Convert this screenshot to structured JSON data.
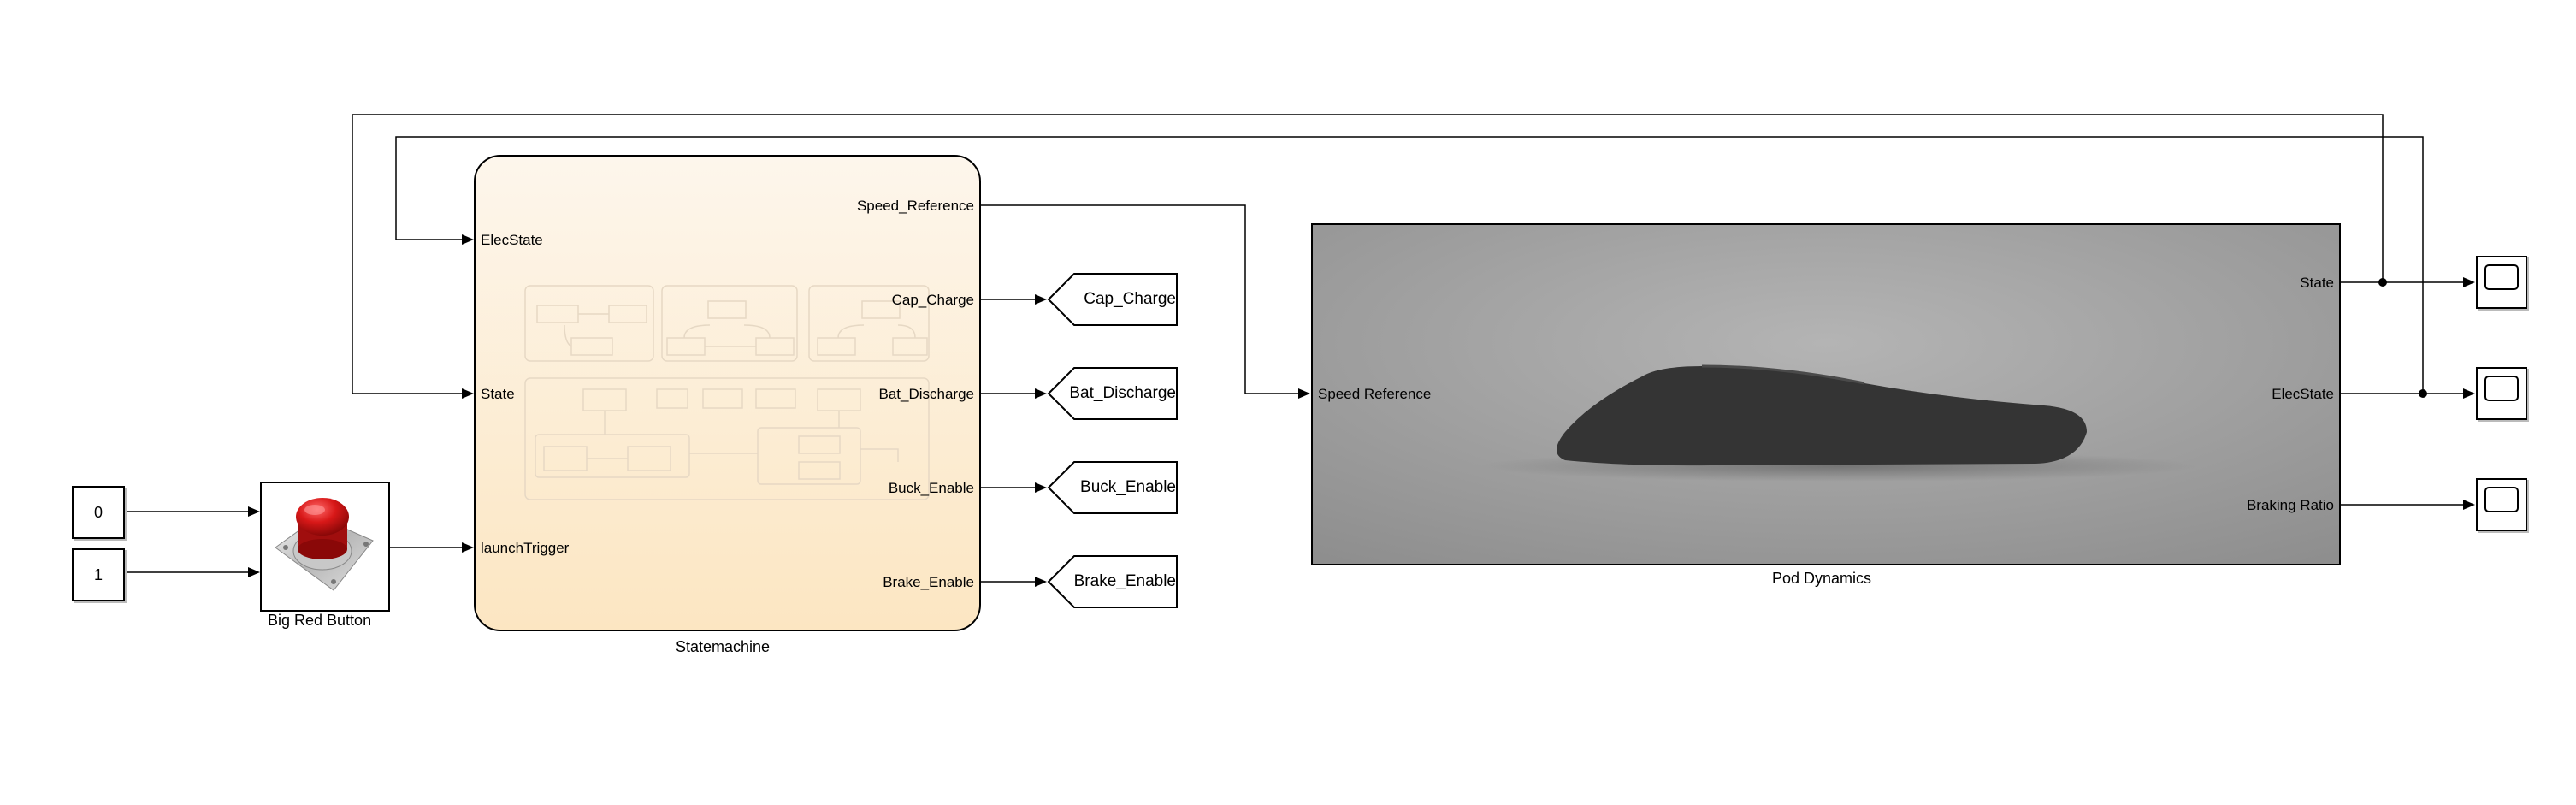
{
  "constants": [
    {
      "value": "0"
    },
    {
      "value": "1"
    }
  ],
  "button_block": {
    "label": "Big Red Button"
  },
  "statemachine": {
    "label": "Statemachine",
    "inputs": [
      "ElecState",
      "State",
      "launchTrigger"
    ],
    "outputs": [
      "Speed_Reference",
      "Cap_Charge",
      "Bat_Discharge",
      "Buck_Enable",
      "Brake_Enable"
    ]
  },
  "gotos": [
    "Cap_Charge",
    "Bat_Discharge",
    "Buck_Enable",
    "Brake_Enable"
  ],
  "pod": {
    "label": "Pod Dynamics",
    "input": "Speed Reference",
    "outputs": [
      "State",
      "ElecState",
      "Braking Ratio"
    ]
  },
  "colors": {
    "line": "#000000",
    "statemachine_fill_top": "#fdf3e3",
    "statemachine_fill_bottom": "#fce9c8",
    "pod_background": "#9a9a9a",
    "pod_body": "#333333",
    "button_red": "#d01818"
  }
}
